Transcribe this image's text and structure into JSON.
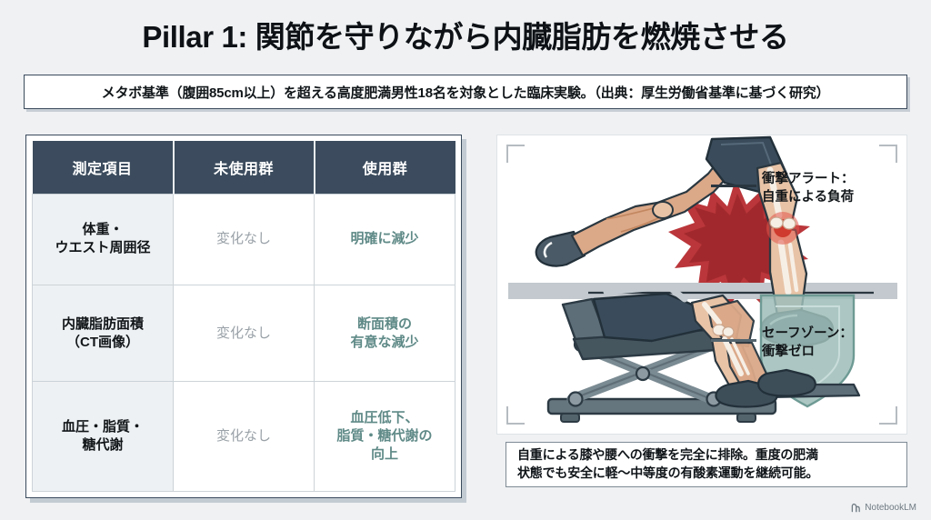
{
  "title": "Pillar 1: 関節を守りながら内臓脂肪を燃焼させる",
  "subtitle": "メタボ基準（腹囲85cm以上）を超える高度肥満男性18名を対象とした臨床実験。（出典：厚生労働省基準に基づく研究）",
  "table": {
    "headers": [
      "測定項目",
      "未使用群",
      "使用群"
    ],
    "rows": [
      {
        "label": "体重・\nウエスト周囲径",
        "label_line1": "体重・",
        "label_line2": "ウエスト周囲径",
        "unused": "変化なし",
        "used_line1": "明確に減少",
        "used_line2": "",
        "used_line3": ""
      },
      {
        "label_line1": "内臓脂肪面積",
        "label_line2": "（CT画像）",
        "unused": "変化なし",
        "used_line1": "断面積の",
        "used_line2": "有意な減少",
        "used_line3": ""
      },
      {
        "label_line1": "血圧・脂質・",
        "label_line2": "糖代謝",
        "unused": "変化なし",
        "used_line1": "血圧低下、",
        "used_line2": "脂質・糖代謝の",
        "used_line3": "向上"
      }
    ]
  },
  "illustration": {
    "annotations": [
      {
        "line1": "衝撃アラート：",
        "line2": "自重による負荷"
      },
      {
        "line1": "セーフゾーン：",
        "line2": "衝撃ゼロ"
      }
    ]
  },
  "caption": {
    "line1": "自重による膝や腰への衝撃を完全に排除。重度の肥満",
    "line2": "状態でも安全に軽〜中等度の有酸素運動を継続可能。"
  },
  "watermark": {
    "label": "NotebookLM",
    "icon": "notebooklm-icon"
  },
  "colors": {
    "page_bg": "#eff1f3",
    "header_dark": "#3c4c5e",
    "accent_teal": "#5f8a87",
    "muted_gray": "#9aa2a8",
    "impact_red": "#c0392b",
    "shield_teal": "#8fb5b0"
  }
}
